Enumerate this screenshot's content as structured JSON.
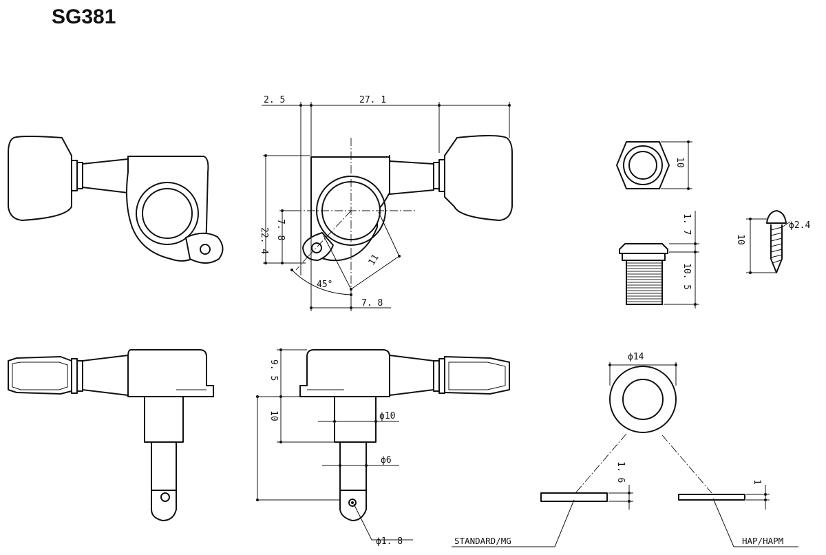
{
  "title": "SG381",
  "dimensions": {
    "d_2_5": "2. 5",
    "d_27_1": "27. 1",
    "d_22_4": "22. 4",
    "d_7_8_v": "7. 8",
    "d_11": "11",
    "d_45": "45°",
    "d_7_8_h": "7. 8",
    "d_nut_10": "10",
    "d_1_7": "1. 7",
    "d_10_5": "10. 5",
    "d_screw_10": "10",
    "d_phi_2_4": "ϕ2.4",
    "d_9_5": "9. 5",
    "d_post_10": "10",
    "d_phi_10": "ϕ10",
    "d_phi_6": "ϕ6",
    "d_phi_1_8": "ϕ1. 8",
    "d_phi_14": "ϕ14",
    "d_1_6": "1. 6",
    "d_1": "1"
  },
  "labels": {
    "standard": "STANDARD/MG",
    "hap": "HAP/HAPM"
  },
  "colors": {
    "line": "#111111",
    "background": "#ffffff"
  }
}
